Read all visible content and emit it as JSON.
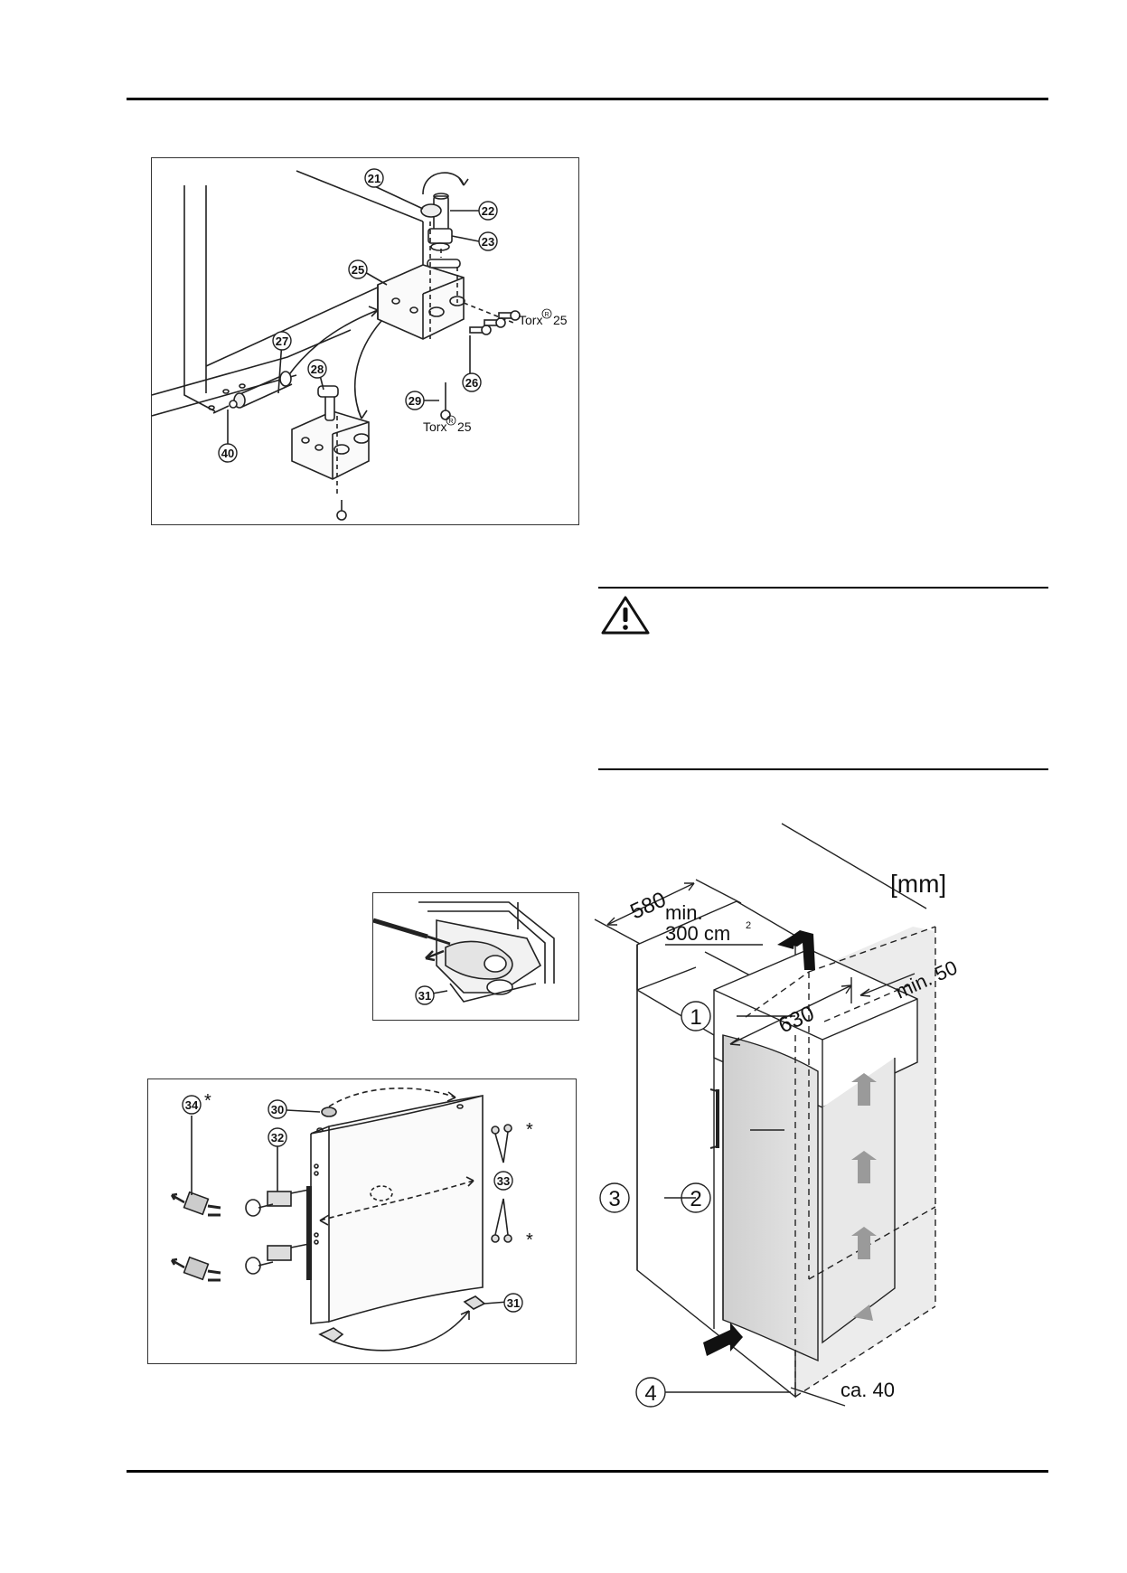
{
  "figures": {
    "hinge": {
      "callouts": [
        "21",
        "22",
        "23",
        "25",
        "26",
        "27",
        "28",
        "29",
        "40"
      ],
      "torx_a": "Torx",
      "torx_a_num": "25",
      "torx_b": "Torx",
      "torx_b_num": "25",
      "reg": "R"
    },
    "latch": {
      "callouts": [
        "31"
      ]
    },
    "door": {
      "callouts": [
        "34",
        "30",
        "32",
        "33",
        "31"
      ],
      "star": "*"
    },
    "install": {
      "unit": "[mm]",
      "dim_depth": "580",
      "vent_min": "min.",
      "vent_area": "300 cm",
      "vent_sup": "2",
      "dim_width": "630",
      "dim_gap": "min. 50",
      "dim_bottom": "ca. 40",
      "callouts": [
        "1",
        "2",
        "3",
        "4"
      ]
    }
  },
  "warning": {
    "icon": "warning-triangle-icon"
  }
}
